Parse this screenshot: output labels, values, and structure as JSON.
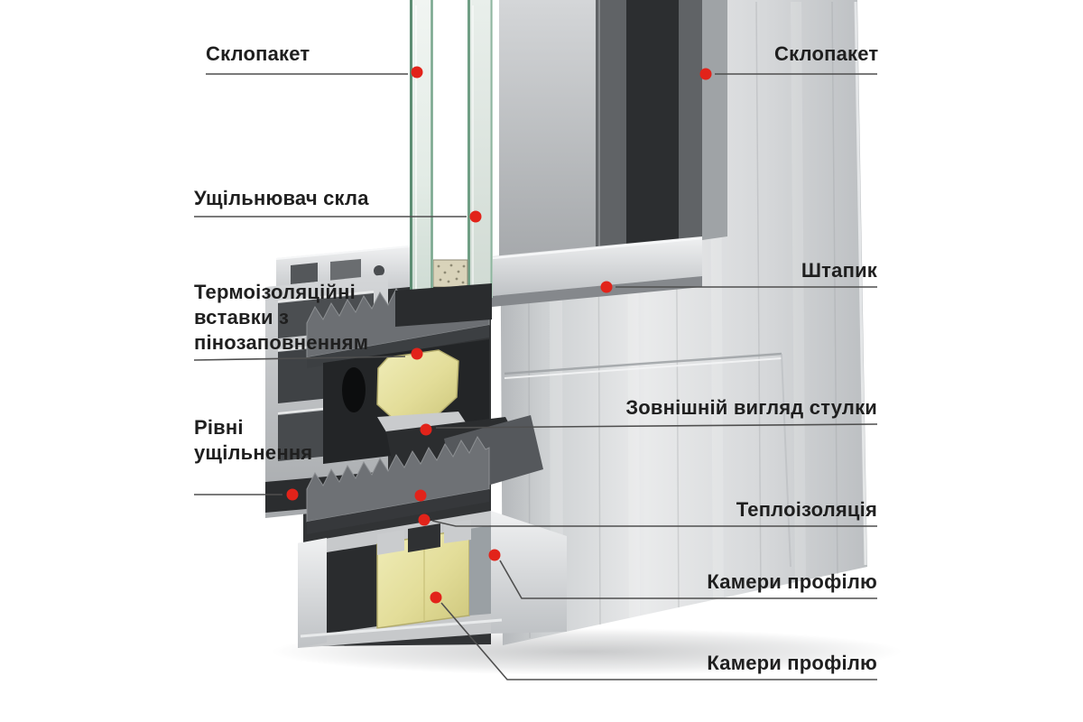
{
  "diagram": {
    "labels": {
      "sklopaket_left": "Склопакет",
      "sklopaket_right": "Склопакет",
      "ushchilnyuvach_skla": "Ущільнювач скла",
      "termo_vstavky": "Термоізоляційні\nвставки з\nпінозаповненням",
      "rivni_ushchilnennya": "Рівні\nущільнення",
      "shtapyk": "Штапик",
      "zovnishniy_vyglyad_stulky": "Зовнішній вигляд стулки",
      "teploizolyatsiya": "Теплоізоляція",
      "kamery_profilyu_1": "Камери профілю",
      "kamery_profilyu_2": "Камери профілю"
    },
    "colors": {
      "marker_dot": "#e2231a",
      "leader_line": "#4f4f4f",
      "label_text": "#1f1f1f",
      "foam_insert": "#e3dd99",
      "aluminum_light": "#e9eaeb",
      "aluminum_mid": "#b6b9bc",
      "gasket_dark": "#2a2c2e",
      "glass_edge_green": "#5d8d73",
      "background": "#ffffff"
    }
  }
}
